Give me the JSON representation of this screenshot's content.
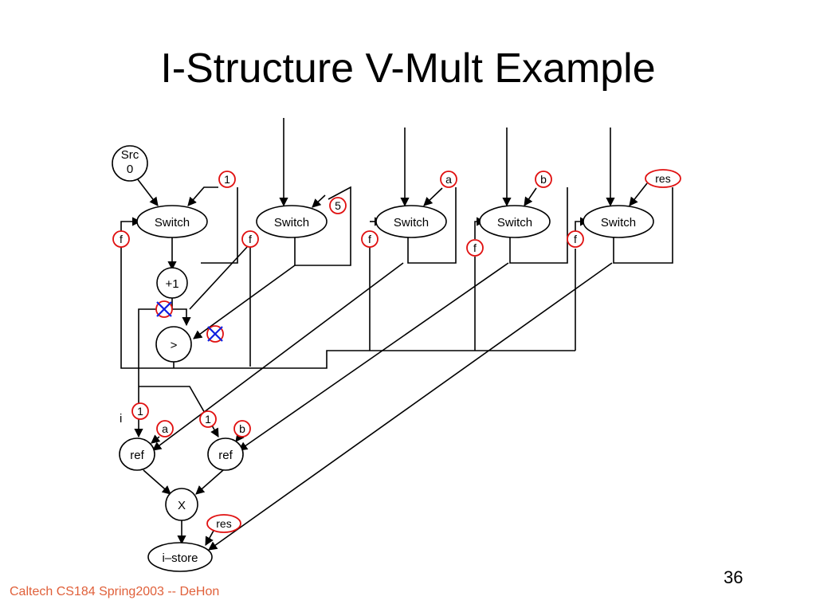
{
  "slide": {
    "title": "I-Structure V-Mult Example",
    "footer": "Caltech CS184 Spring2003 -- DeHon",
    "page_number": "36"
  },
  "diagram": {
    "nodes": {
      "src": "Src\n0",
      "switch_1": "Switch",
      "switch_2": "Switch",
      "switch_3": "Switch",
      "switch_4": "Switch",
      "switch_5": "Switch",
      "increment": "+1",
      "compare": ">",
      "ref_1": "ref",
      "ref_2": "ref",
      "multiply": "X",
      "istore": "i–store"
    },
    "tokens": {
      "t_one_sw1": "1",
      "t_five_sw2": "5",
      "t_a_sw3": "a",
      "t_b_sw4": "b",
      "t_res_sw5": "res",
      "t_f1": "f",
      "t_f2": "f",
      "t_f3": "f",
      "t_f4": "f",
      "t_f5": "f",
      "t_ref1_one": "1",
      "t_ref1_a": "a",
      "t_ref2_one": "1",
      "t_ref2_b": "b",
      "t_istore_res": "res"
    },
    "labels": {
      "i_label": "i"
    },
    "colors": {
      "token_border": "#e01010",
      "cancel_mark": "#1020e0",
      "footer_text": "#e0603a"
    }
  }
}
